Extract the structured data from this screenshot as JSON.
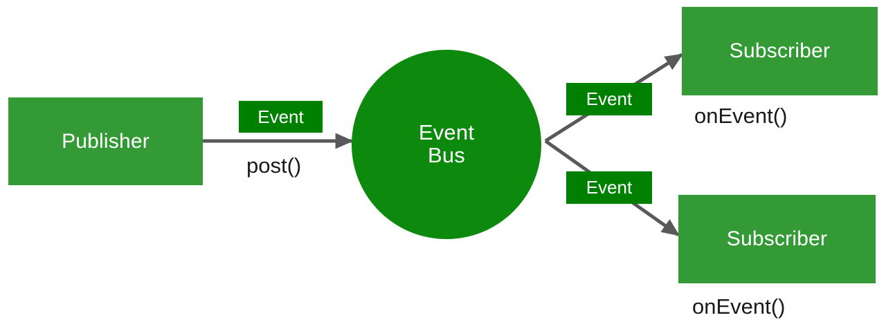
{
  "diagram": {
    "type": "event-bus-publish-subscribe",
    "colors": {
      "node_green": "#349A35",
      "bus_green": "#0D8A0D",
      "label_green": "#008000",
      "edge_gray": "#595959",
      "node_text": "#FFFFFF",
      "caption_text": "#1A1A1A",
      "background": "#FFFFFF"
    },
    "nodes": {
      "publisher": {
        "label": "Publisher",
        "shape": "rectangle"
      },
      "event_bus": {
        "label_line1": "Event",
        "label_line2": "Bus",
        "shape": "circle"
      },
      "subscriber_top": {
        "label": "Subscriber",
        "shape": "rectangle"
      },
      "subscriber_bottom": {
        "label": "Subscriber",
        "shape": "rectangle"
      }
    },
    "edge_labels": {
      "publisher_to_bus": "Event",
      "bus_to_subscriber_top": "Event",
      "bus_to_subscriber_bottom": "Event"
    },
    "captions": {
      "post": "post()",
      "on_event_top": "onEvent()",
      "on_event_bottom": "onEvent()"
    }
  }
}
